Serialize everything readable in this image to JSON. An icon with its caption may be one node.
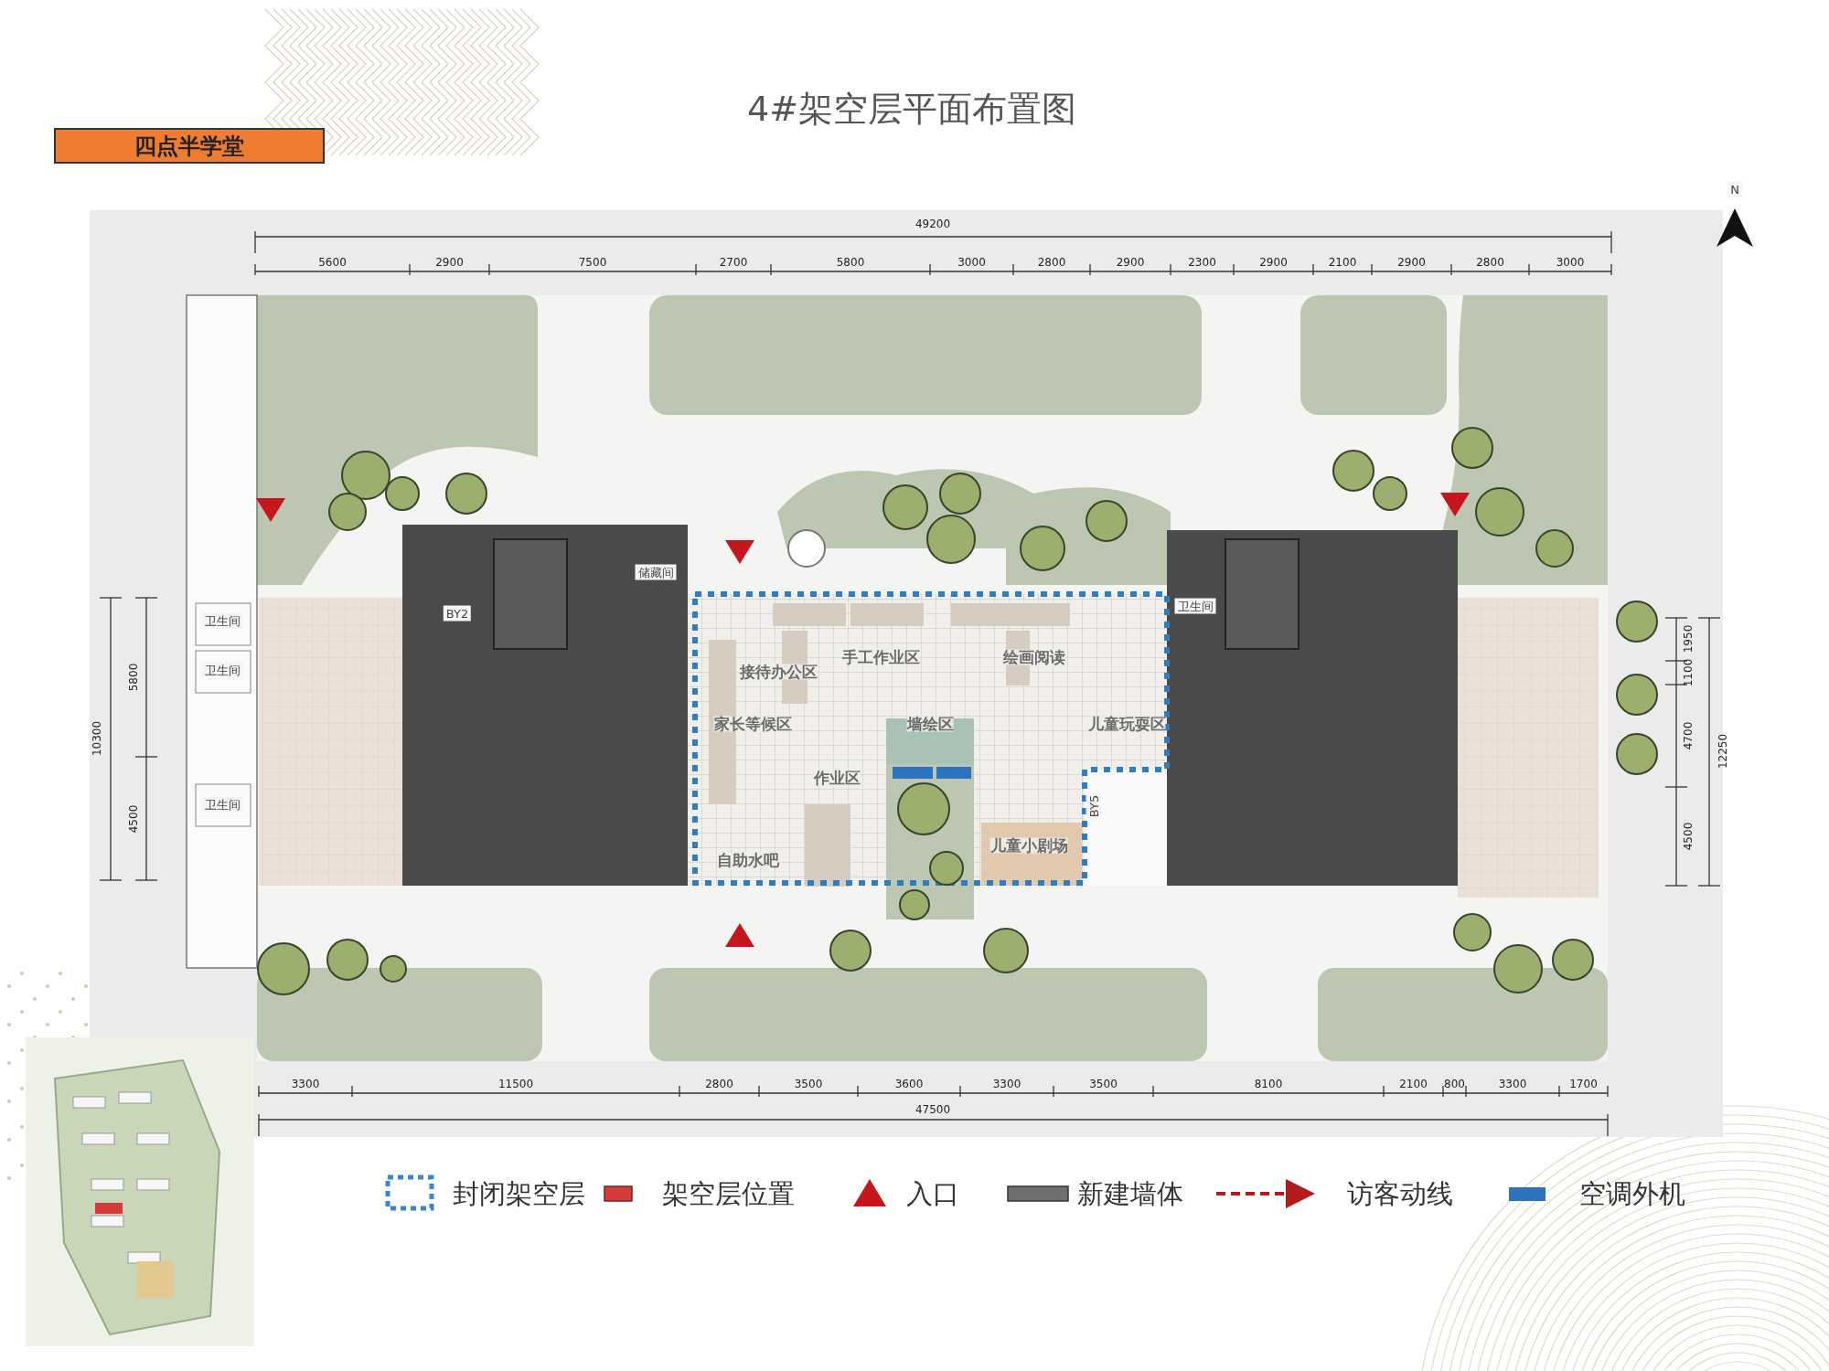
{
  "diagram": {
    "title": "4#架空层平面布置图",
    "nodes": [
      {
        "text": [
          "四点半学堂"
        ]
      }
    ],
    "labels": [
      "N",
      "49200",
      "5600",
      "2900",
      "7500",
      "2700",
      "5800",
      "3000",
      "2800",
      "2900",
      "2300",
      "2900",
      "2100",
      "2900",
      "2800",
      "3000",
      "储藏间",
      "BY2",
      "卫生间",
      "卫生间",
      "卫生间",
      "卫生间",
      "手工作业区",
      "绘画阅读",
      "接待办公区",
      "家长等候区",
      "墙绘区",
      "儿童玩耍区",
      "作业区",
      "BY5",
      "儿童小剧场",
      "自助水吧",
      "10300",
      "5800",
      "4500",
      "1950",
      "1100",
      "4700",
      "12250",
      "4500",
      "3300",
      "11500",
      "2800",
      "3500",
      "3600",
      "3300",
      "3500",
      "8100",
      "2100",
      "800",
      "3300",
      "1700",
      "47500"
    ],
    "legend": [
      {
        "text": "封闭架空层"
      },
      {
        "text": "架空层位置",
        "color": "#d43c3c"
      },
      {
        "text": "入口"
      },
      {
        "text": "新建墙体",
        "color": "#6f6f6f"
      },
      {
        "text": "访客动线"
      },
      {
        "text": "空调外机",
        "color": "#2b74bd"
      }
    ]
  }
}
